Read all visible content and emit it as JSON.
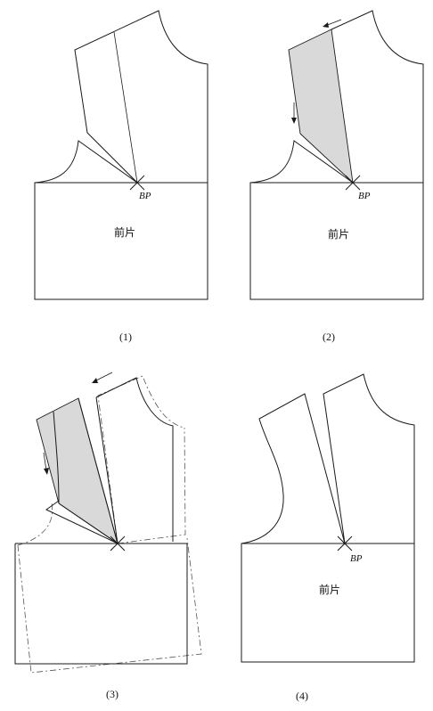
{
  "panels": [
    {
      "id": "1",
      "number_label": "(1)",
      "bp_label": "BP",
      "piece_label": "前片"
    },
    {
      "id": "2",
      "number_label": "(2)",
      "bp_label": "BP",
      "piece_label": "前片"
    },
    {
      "id": "3",
      "number_label": "(3)",
      "bp_label": "",
      "piece_label": ""
    },
    {
      "id": "4",
      "number_label": "(4)",
      "bp_label": "BP",
      "piece_label": "前片"
    }
  ]
}
